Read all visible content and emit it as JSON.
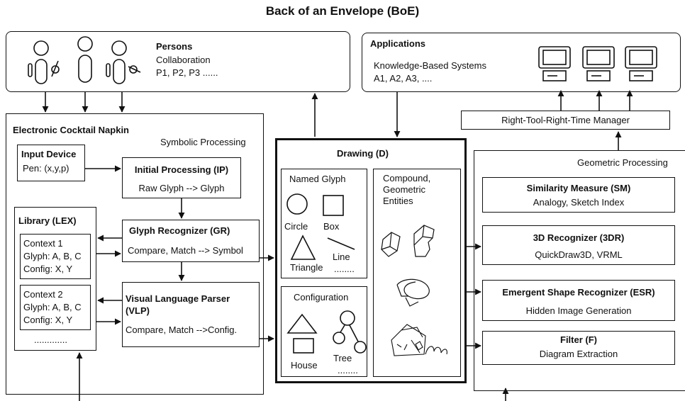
{
  "title": "Back of an Envelope (BoE)",
  "persons": {
    "heading": "Persons",
    "line1": "Collaboration",
    "line2": "P1, P2, P3 ......"
  },
  "applications": {
    "heading": "Applications",
    "line1": "Knowledge-Based Systems",
    "line2": "A1, A2, A3, ...."
  },
  "rtrt_manager": "Right-Tool-Right-Time Manager",
  "napkin": {
    "heading": "Electronic Cocktail Napkin",
    "subheading": "Symbolic Processing",
    "input_device": {
      "title": "Input Device",
      "value": "Pen: (x,y,p)"
    },
    "initial_processing": {
      "title": "Initial Processing (IP)",
      "desc": "Raw Glyph --> Glyph"
    },
    "glyph_recognizer": {
      "title": "Glyph Recognizer (GR)",
      "desc": "Compare, Match --> Symbol"
    },
    "vlp": {
      "title1": "Visual Language Parser",
      "title2": "(VLP)",
      "desc": "Compare, Match -->Config."
    },
    "library": {
      "title": "Library (LEX)",
      "context1": {
        "name": "Context 1",
        "glyph": "Glyph: A, B, C",
        "config": "Config: X, Y"
      },
      "context2": {
        "name": "Context 2",
        "glyph": "Glyph: A, B, C",
        "config": "Config: X, Y"
      },
      "more": "............."
    }
  },
  "drawing": {
    "title": "Drawing (D)",
    "named_glyph": {
      "title": "Named Glyph",
      "circle": "Circle",
      "box": "Box",
      "triangle": "Triangle",
      "line": "Line",
      "more": "........"
    },
    "configuration": {
      "title": "Configuration",
      "house": "House",
      "tree": "Tree",
      "more": "........"
    },
    "compound": {
      "line1": "Compound,",
      "line2": "Geometric",
      "line3": "Entities"
    }
  },
  "geometric": {
    "heading": "Geometric Processing",
    "sm": {
      "title": "Similarity Measure (SM)",
      "desc": "Analogy, Sketch Index"
    },
    "r3d": {
      "title": "3D Recognizer (3DR)",
      "desc": "QuickDraw3D, VRML"
    },
    "esr": {
      "title": "Emergent Shape Recognizer (ESR)",
      "desc": "Hidden Image Generation"
    },
    "filter": {
      "title": "Filter (F)",
      "desc": "Diagram Extraction"
    }
  }
}
